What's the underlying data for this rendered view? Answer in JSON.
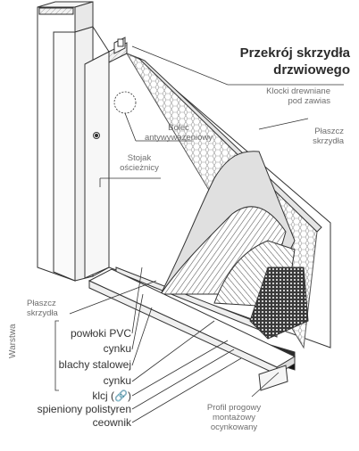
{
  "title": {
    "line1": "Przekrój skrzydła",
    "line2": "drzwiowego"
  },
  "callouts": {
    "klocki": {
      "line1": "Klocki drewniane",
      "line2": "pod zawias"
    },
    "plaszcz_right": {
      "line1": "Płaszcz",
      "line2": "skrzydła"
    },
    "bolec": {
      "line1": "Bolec",
      "line2": "antywyważeniowy"
    },
    "stojak": {
      "line1": "Stojak",
      "line2": "ościeżnicy"
    },
    "plaszcz_left": {
      "line1": "Płaszcz",
      "line2": "skrzydła"
    },
    "warstwa": "Warstwa",
    "profil": {
      "line1": "Profil progowy",
      "line2": "montażowy",
      "line3": "ocynkowany"
    }
  },
  "layers": [
    "powłoki PVC",
    "cynku",
    "blachy stalowej",
    "cynku",
    "klcj (🔗)",
    "spieniony polistyren",
    "ceownik"
  ],
  "colors": {
    "line": "#333333",
    "label": "#6e6e6e",
    "hatch": "#555555",
    "shade": "#d8d8d8"
  }
}
